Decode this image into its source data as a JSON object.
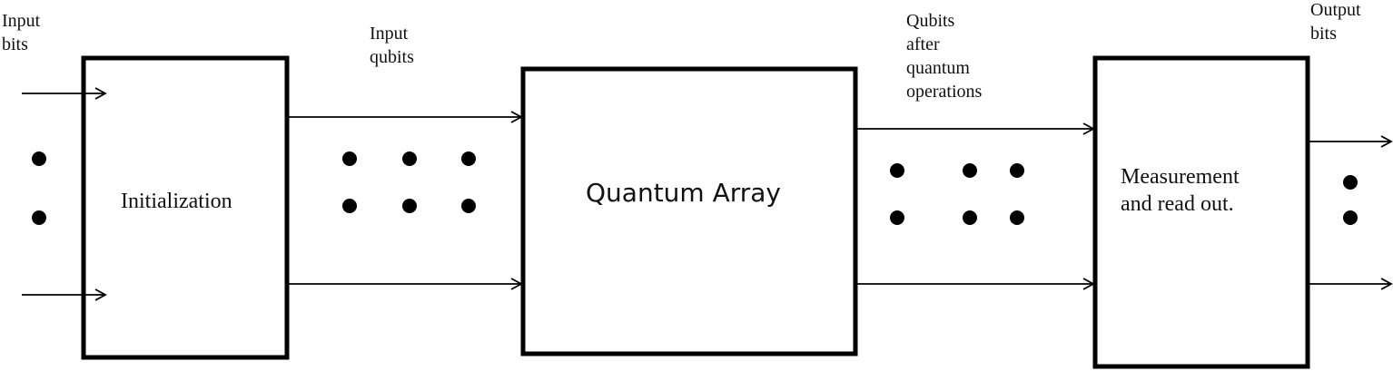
{
  "diagram": {
    "stroke_color": "#000000",
    "labels": {
      "input_bits": "Input\nbits",
      "input_qubits": "Input\nqubits",
      "qubits_after": "Qubits\nafter\nquantum\noperations",
      "output_bits": "Output\nbits"
    },
    "boxes": {
      "initialization": "Initialization",
      "quantum_array": "Quantum Array",
      "measurement": "Measurement\nand read out."
    }
  }
}
